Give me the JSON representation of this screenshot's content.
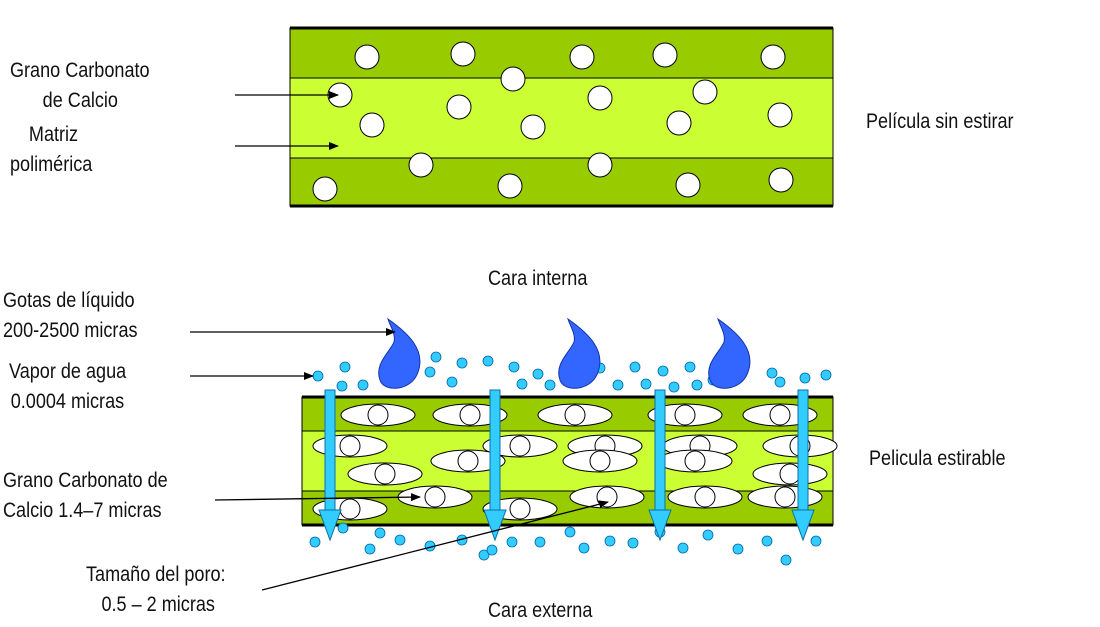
{
  "top_diagram": {
    "label_grain": [
      "Grano Carbonato",
      "de Calcio"
    ],
    "label_matrix": [
      "Matriz",
      "polimérica"
    ],
    "label_film": "Película sin estirar"
  },
  "bottom_diagram": {
    "label_inner_face": "Cara interna",
    "label_outer_face": "Cara externa",
    "label_drops": [
      "Gotas de líquido",
      "200-2500 micras"
    ],
    "label_vapor": [
      "Vapor de agua",
      "0.0004 micras"
    ],
    "label_grain": [
      "Grano Carbonato de",
      "Calcio 1.4–7 micras"
    ],
    "label_pore": [
      "Tamaño del poro:",
      "0.5 – 2 micras"
    ],
    "label_film": "Pelicula estirable"
  },
  "colors": {
    "outer_layer": "#99cc00",
    "inner_layer": "#ccff33",
    "border": "#000000",
    "water_drop": "#3366ff",
    "vapor_dot": "#33ccff",
    "arrow": "#33ccff"
  }
}
